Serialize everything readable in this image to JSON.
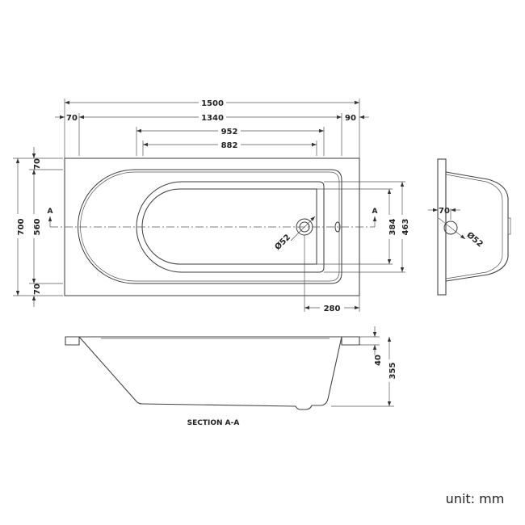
{
  "top_view": {
    "overall_length": "1500",
    "left_rim": "70",
    "inner_length": "1340",
    "right_rim": "90",
    "base_length_outer": "952",
    "base_length_inner": "882",
    "overall_width": "700",
    "top_rim": "70",
    "inner_width": "560",
    "bottom_rim": "70",
    "base_width_inner": "384",
    "base_width_outer": "463",
    "waste_offset": "280",
    "waste_diameter": "Ø52",
    "section_marker_left": "A",
    "section_marker_right": "A"
  },
  "section_view": {
    "rim_height": "40",
    "depth": "355",
    "title": "SECTION A-A"
  },
  "end_view": {
    "overflow_offset": "70",
    "overflow_diameter": "Ø52"
  },
  "unit_label": "unit: mm"
}
